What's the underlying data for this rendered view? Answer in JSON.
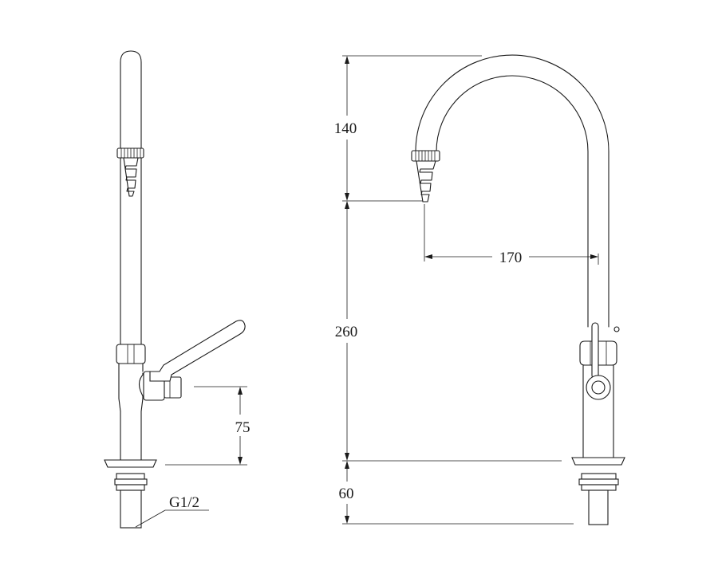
{
  "dimensions": {
    "spout_rise": "140",
    "spout_height": "260",
    "base_height": "60",
    "spout_reach": "170",
    "handle_height": "75",
    "thread_size": "G1/2"
  }
}
